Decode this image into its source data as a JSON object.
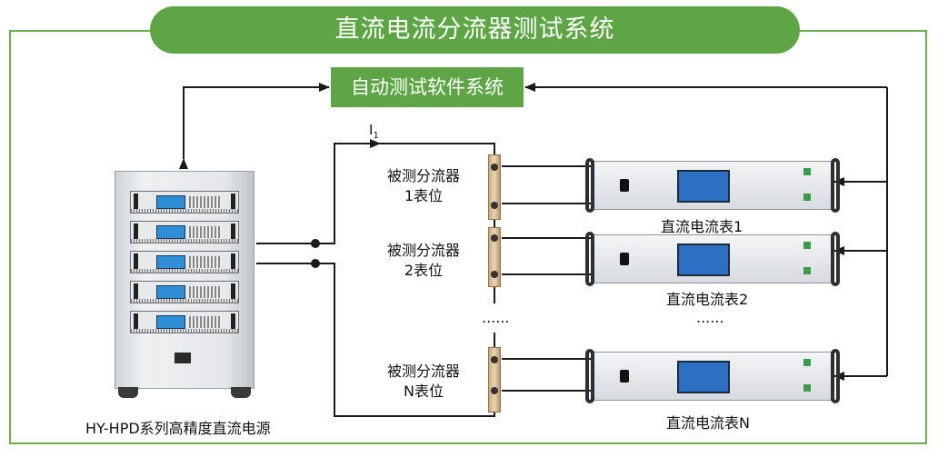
{
  "title": "直流电流分流器测试系统",
  "software": "自动测试软件系统",
  "current_label": "I",
  "current_subscript": "1",
  "power_supply_label": "HY-HPD系列高精度直流电源",
  "shunts": [
    {
      "line1": "被测分流器",
      "line2": "1表位"
    },
    {
      "line1": "被测分流器",
      "line2": "2表位"
    },
    {
      "line1": "被测分流器",
      "line2": "N表位"
    }
  ],
  "meters": [
    {
      "label": "直流电流表1"
    },
    {
      "label": "直流电流表2"
    },
    {
      "label": "直流电流表N"
    }
  ],
  "ellipsis_left": "......",
  "ellipsis_right": "......",
  "colors": {
    "accent": "#5ea545",
    "wire": "#1a1a1a"
  }
}
